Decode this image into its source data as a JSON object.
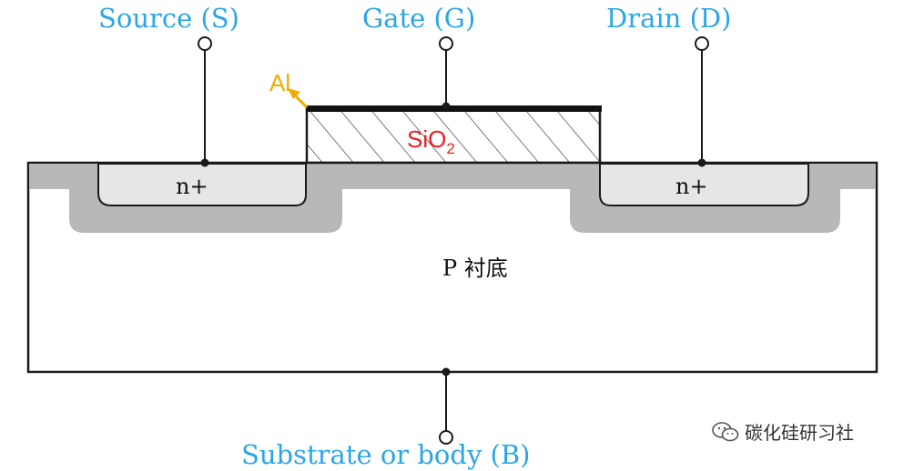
{
  "terminals": {
    "source": "Source (S)",
    "gate": "Gate (G)",
    "drain": "Drain (D)",
    "body": "Substrate or body (B)"
  },
  "materials": {
    "metal": "Al",
    "oxide": "SiO",
    "oxide_subscript": "2",
    "source_region": "n+",
    "drain_region": "n+",
    "substrate": "P 衬底"
  },
  "watermark": {
    "text": "碳化硅研习社",
    "icon": "wechat-icon"
  },
  "colors": {
    "label": "#2aa6e6",
    "metal_label": "#f2a900",
    "oxide_label": "#e82020",
    "depletion": "#b8b8b8",
    "n_region": "#e6e6e6",
    "outline": "#1a1a1a"
  }
}
